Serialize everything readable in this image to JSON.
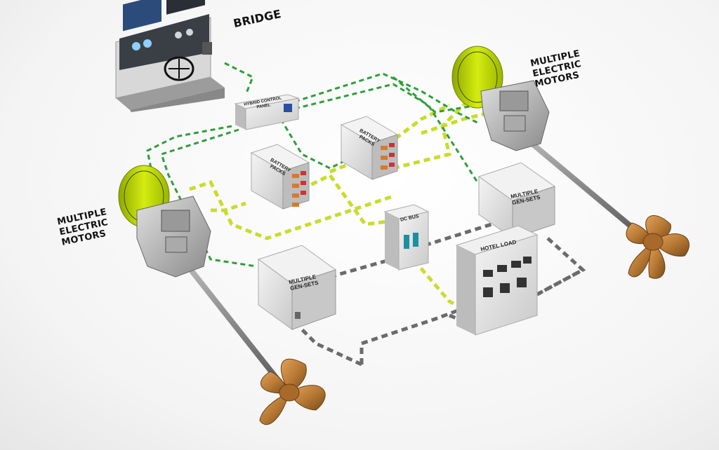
{
  "labels": {
    "bridge": "BRIDGE",
    "motors_right": [
      "MULTIPLE",
      "ELECTRIC",
      "MOTORS"
    ],
    "motors_left": [
      "MULTIPLE",
      "ELECTRIC",
      "MOTORS"
    ],
    "hybrid_panel": [
      "HYBRID CONTROL",
      "PANEL"
    ],
    "battery_left": [
      "BATTERY",
      "PACKS"
    ],
    "battery_right": [
      "BATTERY",
      "PACKS"
    ],
    "dc_bus": "DC BUS",
    "gensets_left": [
      "MULTIPLE",
      "GEN-SETS"
    ],
    "gensets_right": [
      "MULTIPLE",
      "GEN-SETS"
    ],
    "hotel_load": "HOTEL LOAD"
  },
  "colors": {
    "control_line": "#2e9e3a",
    "battery_line": "#c9dc2a",
    "power_line": "#6b6b6b",
    "motor_drum": "#c6e000",
    "propeller": "#b97a35"
  }
}
